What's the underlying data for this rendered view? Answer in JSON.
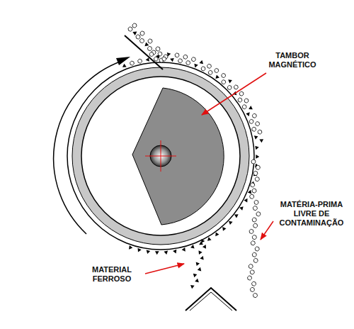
{
  "diagram": {
    "labels": [
      "TAMBOR MAGNÉTICO",
      "MATÉRIA-PRIMA LIVRE DE CONTAMINAÇÃO",
      "MATERIAL FERROSO"
    ]
  }
}
